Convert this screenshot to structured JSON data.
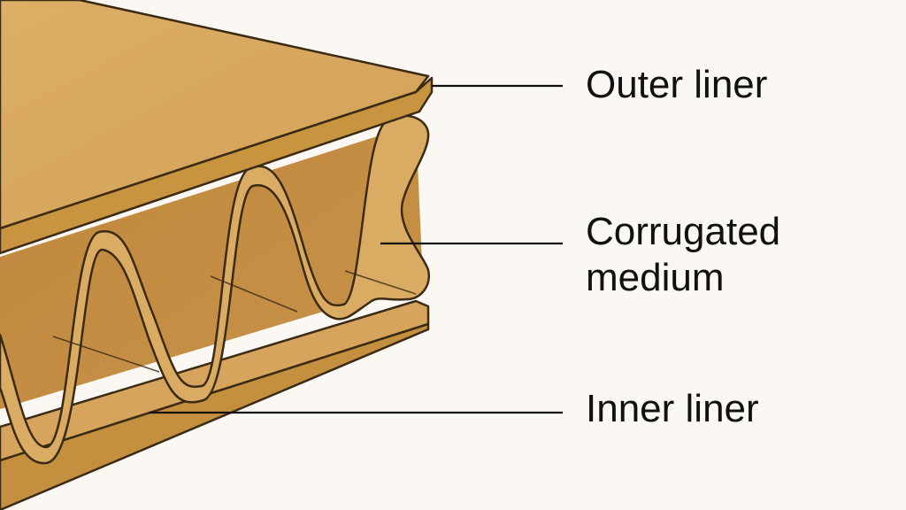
{
  "labels": {
    "outer_liner": "Outer liner",
    "corrugated_line1": "Corrugated",
    "corrugated_line2": "medium",
    "inner_liner": "Inner liner"
  },
  "colors": {
    "background": "#fbf8f3",
    "cardboard_top": "#d8a95f",
    "cardboard_edge": "#c99440",
    "cardboard_inside": "#c18a3e",
    "flute_paper": "#d9ab63",
    "outline": "#3b2a14",
    "leader_line": "#111111"
  }
}
